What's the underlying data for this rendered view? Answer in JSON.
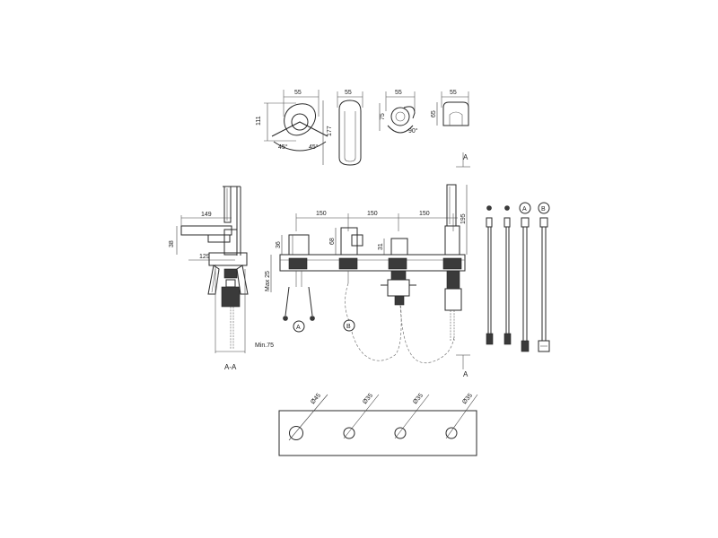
{
  "top_views": {
    "lever": {
      "width": "55",
      "height": "111",
      "angle_left": "45°",
      "angle_right": "45°"
    },
    "spout": {
      "width": "55",
      "height": "177"
    },
    "diverter": {
      "width": "55",
      "height": "75",
      "angle": "90°"
    },
    "holder": {
      "width": "55",
      "height": "65"
    }
  },
  "section": {
    "label": "A-A",
    "dim_149": "149",
    "dim_129": "129",
    "dim_38": "38",
    "dim_min75": "Min.75"
  },
  "front_view": {
    "spacing_1": "150",
    "spacing_2": "150",
    "spacing_3": "150",
    "dim_195": "195",
    "dim_36": "36",
    "dim_68": "68",
    "dim_31": "31",
    "dim_max25": "Max 25",
    "callout_a": "A",
    "callout_b": "B",
    "section_mark_top": "A",
    "section_mark_bottom": "A"
  },
  "hoses": {
    "label_a": "A",
    "label_b": "B"
  },
  "plate": {
    "hole_1": "Ø45",
    "hole_2": "Ø35",
    "hole_3": "Ø35",
    "hole_4": "Ø35"
  }
}
